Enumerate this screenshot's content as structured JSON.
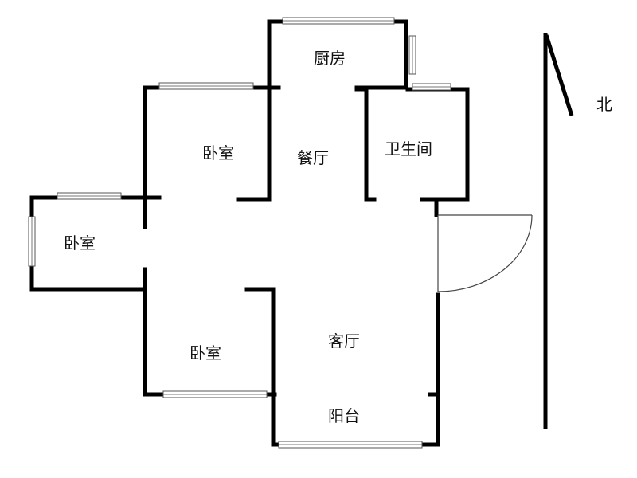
{
  "rooms": {
    "kitchen": "厨房",
    "dining": "餐厅",
    "bathroom": "卫生间",
    "bedroom_north": "卧室",
    "bedroom_west": "卧室",
    "bedroom_south": "卧室",
    "living": "客厅",
    "balcony": "阳台"
  },
  "compass": {
    "label": "北",
    "arrow_icon": "north-arrow-icon"
  },
  "colors": {
    "wall": "#000000",
    "window": "#555555",
    "background": "#ffffff"
  }
}
